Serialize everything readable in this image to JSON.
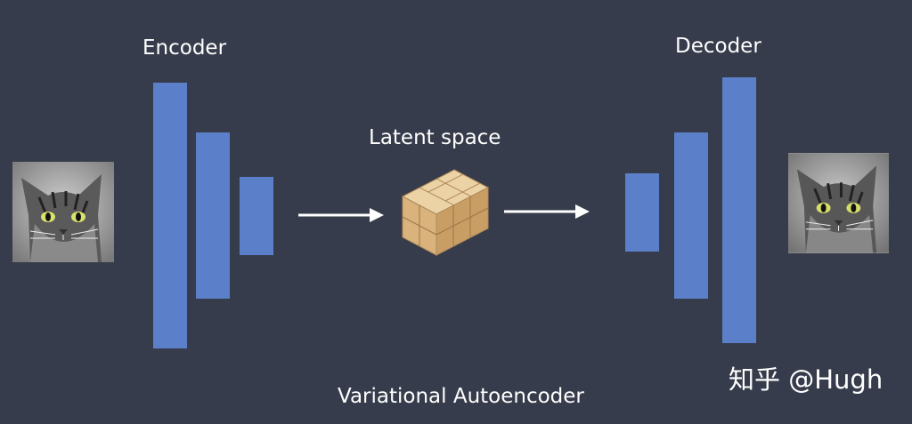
{
  "encoder": {
    "title": "Encoder"
  },
  "decoder": {
    "title": "Decoder"
  },
  "latent": {
    "title": "Latent space"
  },
  "caption": "Variational Autoencoder",
  "watermark": "知乎 @Hugh",
  "colors": {
    "background": "#363c4b",
    "layer": "#5b80c9",
    "text": "#ffffff",
    "cube": "#dcb888"
  },
  "icons": {
    "input_image": "cat-photo-icon",
    "output_image": "cat-photo-icon",
    "latent": "cube-icon"
  }
}
